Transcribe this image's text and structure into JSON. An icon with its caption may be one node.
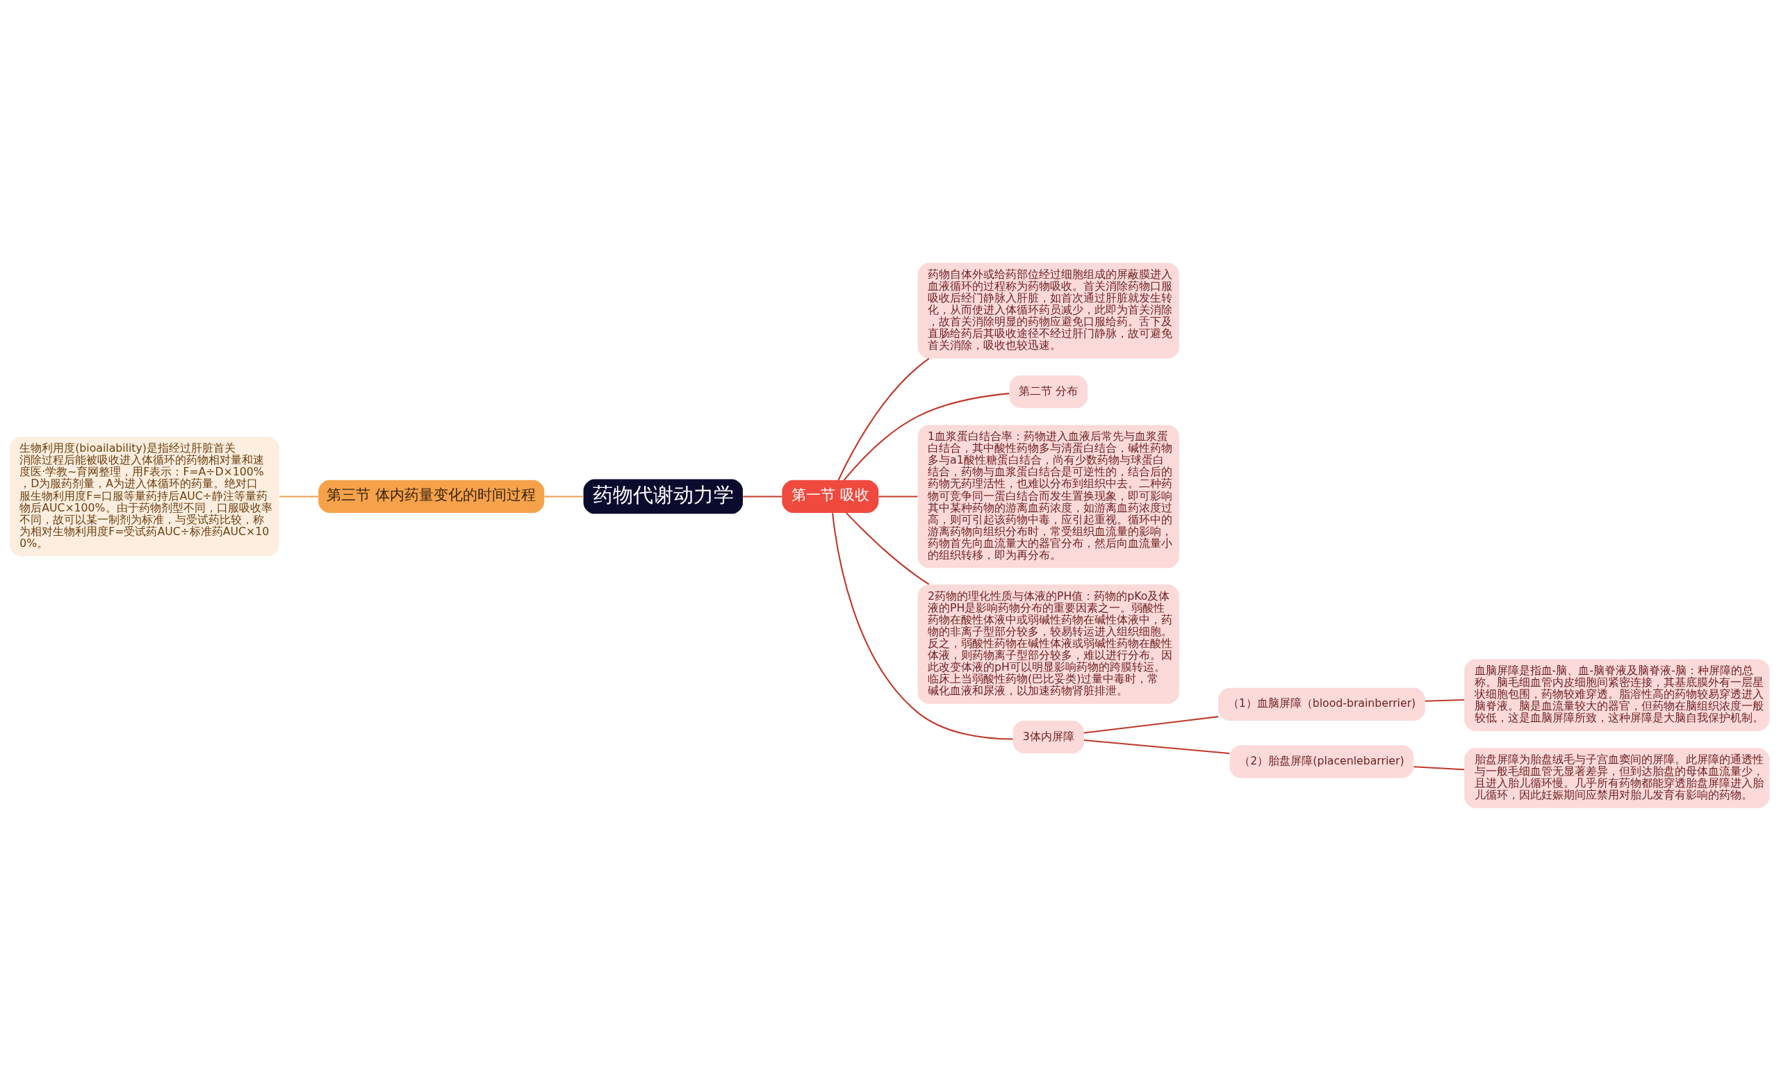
{
  "diagram": {
    "nodes": [
      {
        "text": [
          "药物代谢动力学"
        ]
      },
      {
        "text": [
          "第一节 吸收"
        ]
      },
      {
        "text": [
          "药物自体外或给药部位经过细胞组成的屏蔽膜进入血液循环的过程称为药物吸收。首关消除药物口服吸收后经门静脉入肝脏，如首次通过肝脏就发生转化，从而使进入体循环药员减少，此即为首关消除，故首关消除明显的药物应避免口服给药。舌下及直肠给药后其吸收途径不经过肝门静脉，故可避免首关消除，吸收也较迅速。"
        ]
      },
      {
        "text": [
          "第二节 分布"
        ]
      },
      {
        "text": [
          "1血浆蛋白结合率：药物进入血液后常先与血浆蛋白结合，其中酸性药物多与清蛋白结合，碱性药物多与a1酸性糖蛋白结合，尚有少数药物与球蛋白结合，药物与血浆蛋白结合是可逆性的，结合后的药物无药理活性，也难以分布到组织中去。二种药物可竞争同一蛋白结合而发生置换现象，即可影响其中某种药物的游离血药浓度，如游离血药浓度过高，则可引起该药物中毒，应引起重视。循环中的游离药物向组织分布时，常受组织血流量的影响，药物首先向血流量大的器官分布，然后向血流量小的组织转移，即为再分布。"
        ]
      },
      {
        "text": [
          "2药物的理化性质与体液的PH值：药物的pKo及体液的PH是影响药物分布的重要因素之一。弱酸性药物在酸性体液中或弱碱性药物在碱性体液中，药物的非离子型部分较多，较易转运进入组织细胞。反之，弱酸性药物在碱性体液或弱碱性药物在酸性体液，则药物离子型部分较多，难以进行分布。因此改变体液的pH可以明显影响药物的跨膜转运。临床上当弱酸性药物(巴比妥类)过量中毒时，常碱化血液和尿液，以加速药物肾脏排泄。"
        ]
      },
      {
        "text": [
          "3体内屏障"
        ]
      },
      {
        "text": [
          "（1）血脑屏障（blood-brainberrier)"
        ]
      },
      {
        "text": [
          "血脑屏障是指血-脑、血-脑脊液及脑脊液-脑：种屏障的总称。脑毛细血管内皮细胞间紧密连接，其基底膜外有一层星状细胞包围，药物较难穿透。脂溶性高的药物较易穿透进入脑脊液。脑是血流量较大的器官，但药物在脑组织浓度一般较低，这是血脑屏障所致，这种屏障是大脑自我保护机制。"
        ]
      },
      {
        "text": [
          "（2）胎盘屏障(placenlebarrier)"
        ]
      },
      {
        "text": [
          "胎盘屏障为胎盘绒毛与子宫血窦间的屏障。此屏障的通透性与一般毛细血管无显著差异，但到达胎盘的母体血流量少，且进入胎儿循环慢。几乎所有药物都能穿透胎盘屏障进入胎儿循环，因此妊娠期间应禁用对胎儿发育有影响的药物。"
        ]
      },
      {
        "text": [
          "第三节 体内药量变化的时间过程"
        ]
      },
      {
        "text": [
          "生物利用度(bioailability)是指经过肝脏首关消除过程后能被吸收进入体循环的药物相对量和速度医·学教~育网整理，用F表示：F=A÷D×100%，D为服药剂量，A为进入体循环的药量。绝对口服生物利用度F=口服等量药持后AUC÷静注等量药物后AUC×100%。由于药物剂型不同，口服吸收率不同，故可以某一制剂为标准，与受试药比较，称为相对生物利用度F=受试药AUC÷标准药AUC×100%。"
        ]
      }
    ],
    "edges": [
      {
        "from": 0,
        "to": 1,
        "arrow": "none"
      },
      {
        "from": 1,
        "to": 2,
        "arrow": "none"
      },
      {
        "from": 1,
        "to": 3,
        "arrow": "none"
      },
      {
        "from": 1,
        "to": 4,
        "arrow": "none"
      },
      {
        "from": 1,
        "to": 5,
        "arrow": "none"
      },
      {
        "from": 1,
        "to": 6,
        "arrow": "none"
      },
      {
        "from": 6,
        "to": 7,
        "arrow": "none"
      },
      {
        "from": 7,
        "to": 8,
        "arrow": "none"
      },
      {
        "from": 6,
        "to": 9,
        "arrow": "none"
      },
      {
        "from": 9,
        "to": 10,
        "arrow": "none"
      },
      {
        "from": 0,
        "to": 11,
        "arrow": "none",
        "color": "#f0a050"
      },
      {
        "from": 11,
        "to": 12,
        "arrow": "none",
        "color": "#f0a050"
      }
    ]
  }
}
